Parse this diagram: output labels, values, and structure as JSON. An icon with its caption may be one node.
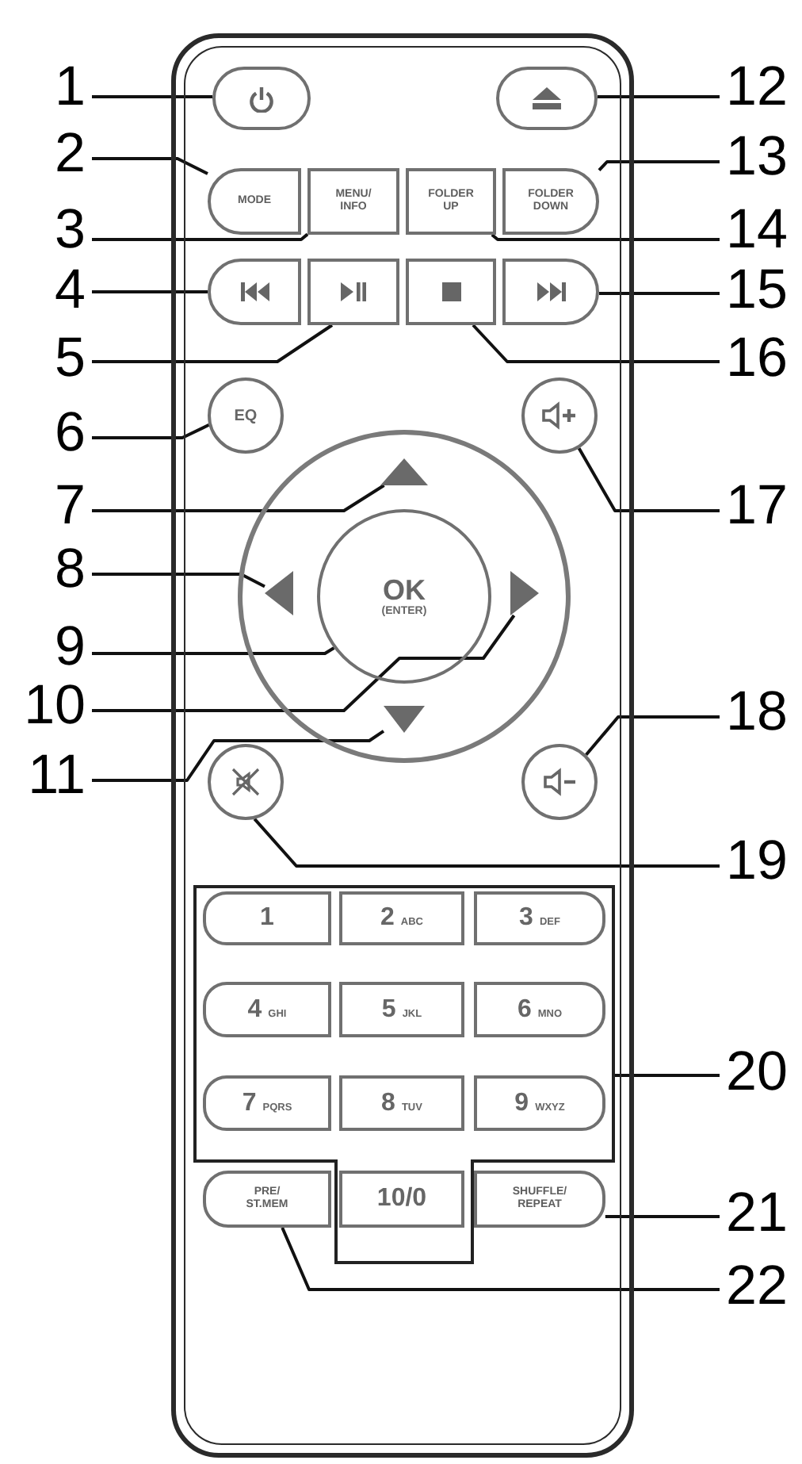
{
  "diagram": {
    "nodes": [
      {
        "text": [],
        "shape": "box"
      },
      {
        "text": [],
        "shape": "box",
        "in": 0
      },
      {
        "text": [],
        "shape": "box",
        "in": 0
      },
      {
        "text": [
          "MODE"
        ],
        "in": 0
      },
      {
        "text": [
          "MENU/ INFO"
        ],
        "in": 0
      },
      {
        "text": [
          "FOLDER UP"
        ],
        "in": 0
      },
      {
        "text": [
          "FOLDER DOWN"
        ],
        "in": 0
      },
      {
        "text": [],
        "shape": "box",
        "in": 0
      },
      {
        "text": [],
        "shape": "box",
        "in": 0
      },
      {
        "text": [],
        "shape": "box",
        "in": 0
      },
      {
        "text": [],
        "shape": "box",
        "in": 0
      },
      {
        "text": [
          "EQ"
        ],
        "in": 0
      },
      {
        "text": [],
        "shape": "circle",
        "in": 0
      },
      {
        "text": [],
        "shape": "circle",
        "in": 0
      },
      {
        "text": [],
        "shape": "triangle",
        "in": 13
      },
      {
        "text": [],
        "shape": "triangle",
        "in": 13
      },
      {
        "text": [
          "OK",
          "(ENTER)"
        ],
        "in": 13
      },
      {
        "text": [],
        "shape": "triangle",
        "in": 13
      },
      {
        "text": [],
        "shape": "triangle",
        "in": 13
      },
      {
        "text": [],
        "shape": "circle",
        "in": 0
      },
      {
        "text": [],
        "shape": "circle",
        "in": 0
      },
      {
        "text": [],
        "shape": "box",
        "in": 0
      },
      {
        "text": [
          "1"
        ],
        "in": 21
      },
      {
        "text": [
          "2",
          "ABC"
        ],
        "in": 21
      },
      {
        "text": [
          "3",
          "DEF"
        ],
        "in": 21
      },
      {
        "text": [
          "4",
          "GHI"
        ],
        "in": 21
      },
      {
        "text": [
          "5",
          "JKL"
        ],
        "in": 21
      },
      {
        "text": [
          "6",
          "MNO"
        ],
        "in": 21
      },
      {
        "text": [
          "7",
          "PQRS"
        ],
        "in": 21
      },
      {
        "text": [
          "8",
          "TUV"
        ],
        "in": 21
      },
      {
        "text": [
          "9",
          "WXYZ"
        ],
        "in": 21
      },
      {
        "text": [
          "PRE/ ST.MEM"
        ],
        "in": 0
      },
      {
        "text": [
          "10/0"
        ],
        "in": 21
      },
      {
        "text": [
          "SHUFFLE/ REPEAT"
        ],
        "in": 0
      },
      {
        "text": [
          "1"
        ]
      },
      {
        "text": [
          "2"
        ]
      },
      {
        "text": [
          "3"
        ]
      },
      {
        "text": [
          "4"
        ]
      },
      {
        "text": [
          "5"
        ]
      },
      {
        "text": [
          "6"
        ]
      },
      {
        "text": [
          "7"
        ]
      },
      {
        "text": [
          "8"
        ]
      },
      {
        "text": [
          "9"
        ]
      },
      {
        "text": [
          "10"
        ]
      },
      {
        "text": [
          "11"
        ]
      },
      {
        "text": [
          "12"
        ]
      },
      {
        "text": [
          "13"
        ]
      },
      {
        "text": [
          "14"
        ]
      },
      {
        "text": [
          "15"
        ]
      },
      {
        "text": [
          "16"
        ]
      },
      {
        "text": [
          "17"
        ]
      },
      {
        "text": [
          "18"
        ]
      },
      {
        "text": [
          "19"
        ]
      },
      {
        "text": [
          "20"
        ]
      },
      {
        "text": [
          "21"
        ]
      },
      {
        "text": [
          "22"
        ]
      }
    ],
    "edges": [
      {
        "from": 34,
        "to": 1,
        "arrow": "none"
      },
      {
        "from": 35,
        "to": 3,
        "arrow": "none"
      },
      {
        "from": 36,
        "to": 4,
        "arrow": "none"
      },
      {
        "from": 37,
        "to": 7,
        "arrow": "none"
      },
      {
        "from": 38,
        "to": 8,
        "arrow": "none"
      },
      {
        "from": 39,
        "to": 11,
        "arrow": "none"
      },
      {
        "from": 40,
        "to": 14,
        "arrow": "none"
      },
      {
        "from": 41,
        "to": 15,
        "arrow": "none"
      },
      {
        "from": 42,
        "to": 16,
        "arrow": "none"
      },
      {
        "from": 43,
        "to": 17,
        "arrow": "none"
      },
      {
        "from": 44,
        "to": 18,
        "arrow": "none"
      },
      {
        "from": 45,
        "to": 2,
        "arrow": "none"
      },
      {
        "from": 46,
        "to": 6,
        "arrow": "none"
      },
      {
        "from": 47,
        "to": 5,
        "arrow": "none"
      },
      {
        "from": 48,
        "to": 10,
        "arrow": "none"
      },
      {
        "from": 49,
        "to": 9,
        "arrow": "none"
      },
      {
        "from": 50,
        "to": 12,
        "arrow": "none"
      },
      {
        "from": 51,
        "to": 20,
        "arrow": "none"
      },
      {
        "from": 52,
        "to": 19,
        "arrow": "none"
      },
      {
        "from": 53,
        "to": 21,
        "arrow": "none"
      },
      {
        "from": 54,
        "to": 33,
        "arrow": "none"
      },
      {
        "from": 55,
        "to": 31,
        "arrow": "none"
      }
    ]
  }
}
